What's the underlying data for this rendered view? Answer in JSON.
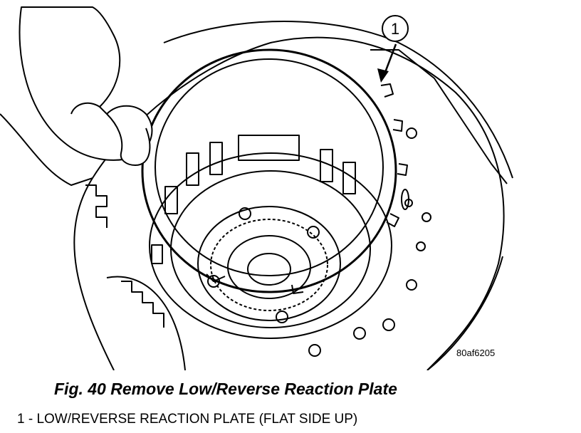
{
  "figure": {
    "callout_number": "1",
    "image_code": "80af6205",
    "caption": "Fig. 40 Remove Low/Reverse Reaction Plate",
    "legend_item": "1 - LOW/REVERSE REACTION PLATE (FLAT SIDE UP)"
  },
  "colors": {
    "line": "#000000",
    "background": "#ffffff"
  },
  "icons": {
    "callout": "arrow-pointer-icon"
  }
}
